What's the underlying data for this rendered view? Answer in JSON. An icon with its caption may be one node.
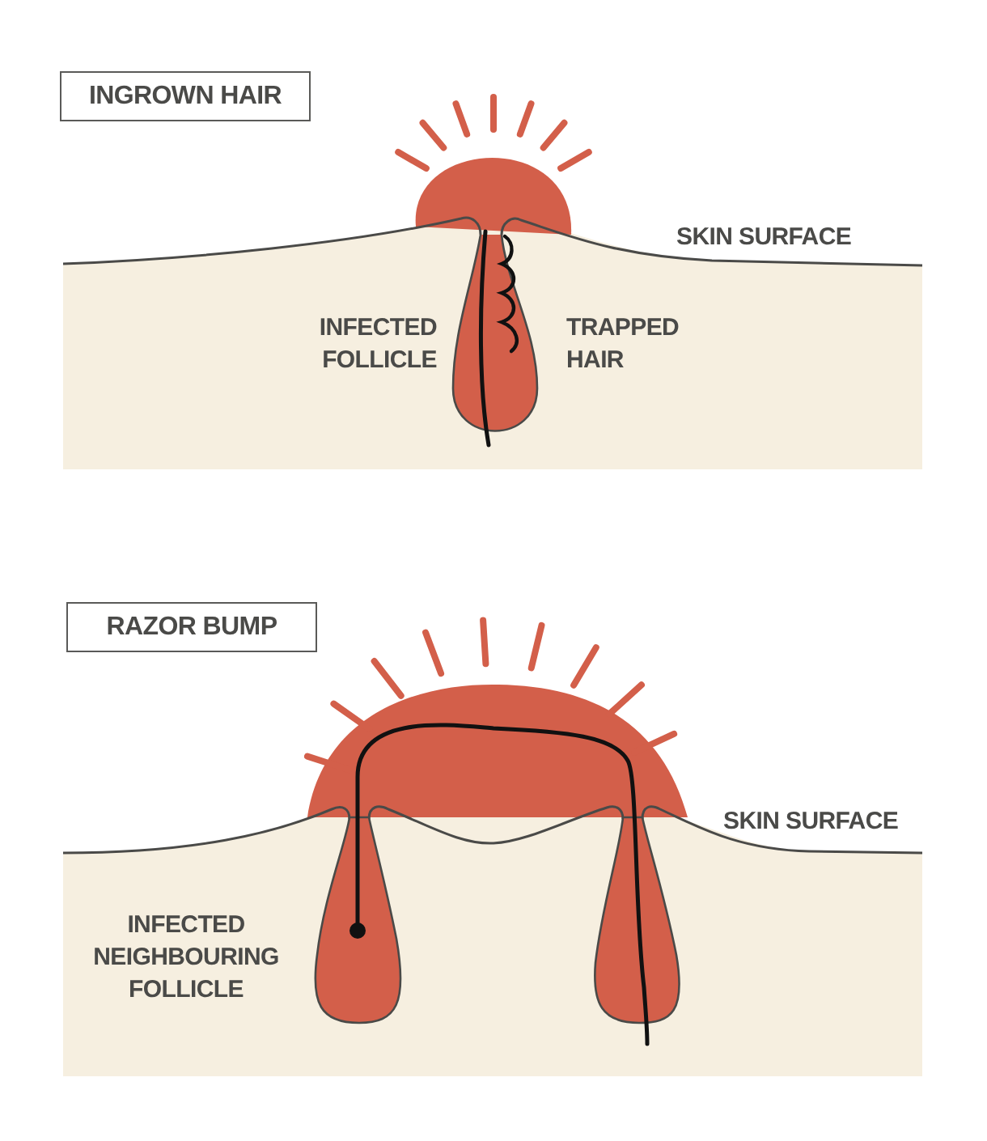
{
  "diagram": {
    "nodes": [
      {
        "text": [
          "INGROWN HAIR"
        ]
      },
      {
        "text": [
          "RAZOR BUMP"
        ]
      }
    ],
    "labels": [
      "SKIN SURFACE",
      "INFECTED FOLLICLE",
      "TRAPPED HAIR",
      "SKIN SURFACE",
      "INFECTED NEIGHBOURING FOLLICLE"
    ]
  }
}
